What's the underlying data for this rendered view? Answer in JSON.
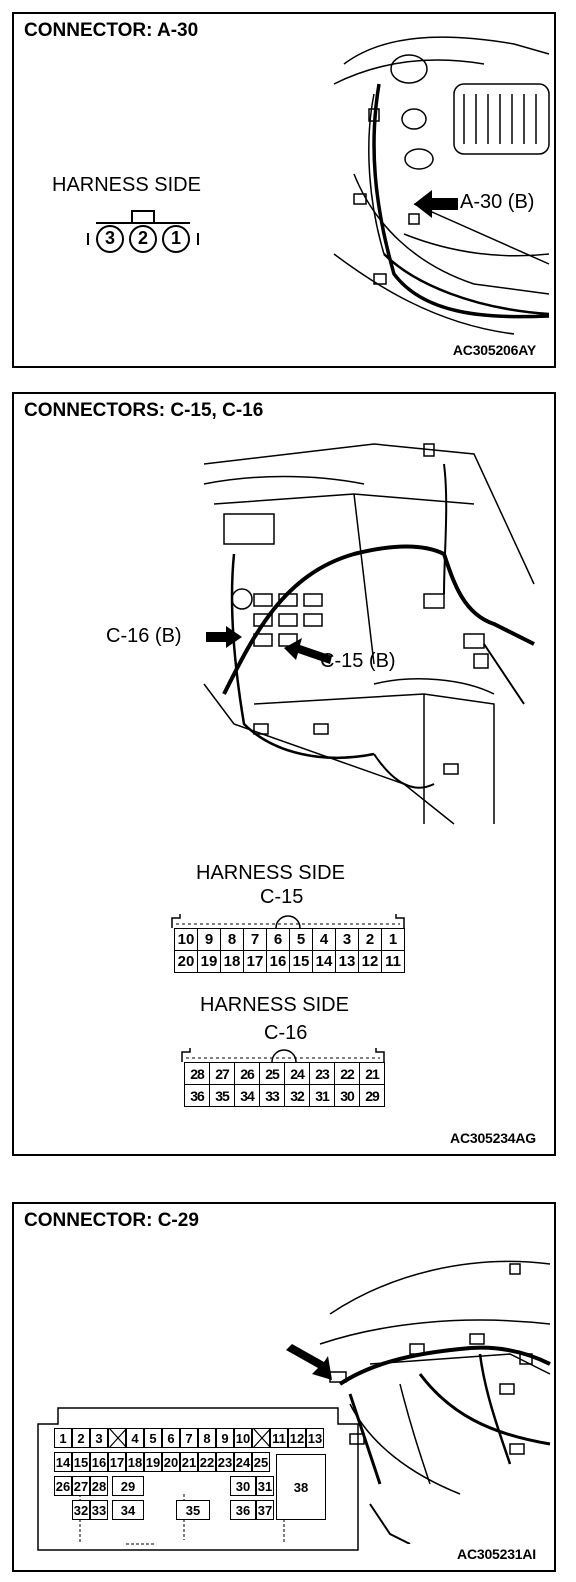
{
  "panel1": {
    "title": "CONNECTOR: A-30",
    "harness_label": "HARNESS SIDE",
    "pins": [
      "3",
      "2",
      "1"
    ],
    "callout": "A-30 (B)",
    "code": "AC305206AY"
  },
  "panel2": {
    "title": "CONNECTORS: C-15, C-16",
    "callout_c16": "C-16 (B)",
    "callout_c15": "C-15 (B)",
    "c15_harness_label": "HARNESS SIDE",
    "c15_name": "C-15",
    "c15_rows": [
      [
        "10",
        "9",
        "8",
        "7",
        "6",
        "5",
        "4",
        "3",
        "2",
        "1"
      ],
      [
        "20",
        "19",
        "18",
        "17",
        "16",
        "15",
        "14",
        "13",
        "12",
        "11"
      ]
    ],
    "c16_harness_label": "HARNESS SIDE",
    "c16_name": "C-16",
    "c16_rows": [
      [
        "28",
        "27",
        "26",
        "25",
        "24",
        "23",
        "22",
        "21"
      ],
      [
        "36",
        "35",
        "34",
        "33",
        "32",
        "31",
        "30",
        "29"
      ]
    ],
    "code": "AC305234AG"
  },
  "panel3": {
    "title": "CONNECTOR: C-29",
    "row1": [
      "1",
      "2",
      "3",
      "",
      "4",
      "5",
      "6",
      "7",
      "8",
      "9",
      "10",
      "",
      "11",
      "12",
      "13"
    ],
    "row2": [
      "14",
      "15",
      "16",
      "17",
      "18",
      "19",
      "20",
      "21",
      "22",
      "23",
      "24",
      "25"
    ],
    "pin26": "26",
    "pin27": "27",
    "pin28": "28",
    "pin29": "29",
    "pin30": "30",
    "pin31": "31",
    "pin32": "32",
    "pin33": "33",
    "pin34": "34",
    "pin35": "35",
    "pin36": "36",
    "pin37": "37",
    "pin38": "38",
    "code": "AC305231AI"
  }
}
